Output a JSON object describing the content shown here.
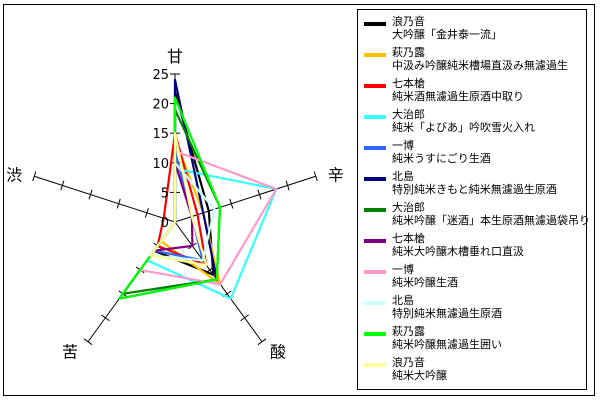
{
  "chart_data": {
    "type": "radar",
    "axes": [
      "甘",
      "辛",
      "酸",
      "苦",
      "渋"
    ],
    "range": [
      0,
      25
    ],
    "ticks": [
      "0",
      "5",
      "10",
      "15",
      "20",
      "25"
    ],
    "grid": false,
    "legend": "right",
    "series": [
      {
        "name": "浪乃音",
        "subname": "大吟醸「金井泰一流」",
        "color": "#000000",
        "values": [
          22,
          6,
          11,
          6,
          0
        ]
      },
      {
        "name": "萩乃露",
        "subname": "中汲み吟醸純米槽場直汲み無濾過生",
        "color": "#ffc000",
        "values": [
          14,
          5,
          13,
          4,
          0
        ]
      },
      {
        "name": "七本槍",
        "subname": "純米酒無濾過生原酒中取り",
        "color": "#ff0000",
        "values": [
          15,
          4,
          9,
          5,
          2
        ]
      },
      {
        "name": "大治郎",
        "subname": "純米「よびあ」吟吹雪火入れ",
        "color": "#33ffff",
        "values": [
          9,
          18,
          16,
          8,
          0
        ]
      },
      {
        "name": "一博",
        "subname": "純米うすにごり生酒",
        "color": "#3366ff",
        "values": [
          12,
          3,
          8,
          6,
          0
        ]
      },
      {
        "name": "北島",
        "subname": "特別純米きもと純米無濾過生原酒",
        "color": "#000080",
        "values": [
          24,
          5,
          12,
          16,
          0
        ]
      },
      {
        "name": "大治郎",
        "subname": "純米吟醸「迷酒」本生原酒無濾過袋吊り",
        "color": "#008000",
        "values": [
          19,
          8,
          12,
          15,
          0
        ]
      },
      {
        "name": "七本槍",
        "subname": "純米大吟醸木槽垂れ口直汲",
        "color": "#800080",
        "values": [
          10,
          3,
          5,
          6,
          0
        ]
      },
      {
        "name": "一博",
        "subname": "純米吟醸生酒",
        "color": "#ff99cc",
        "values": [
          12,
          18,
          13,
          10,
          0
        ]
      },
      {
        "name": "北島",
        "subname": "特別純米無濾過生原酒",
        "color": "#ccffff",
        "values": [
          10,
          7,
          8,
          7,
          0
        ]
      },
      {
        "name": "萩乃露",
        "subname": "純米吟醸無濾過生囲い",
        "color": "#00ff00",
        "values": [
          21,
          8,
          12,
          16,
          0
        ]
      },
      {
        "name": "浪乃音",
        "subname": "純米大吟醸",
        "color": "#ffff99",
        "values": [
          15,
          3,
          9,
          7,
          0
        ]
      }
    ]
  }
}
